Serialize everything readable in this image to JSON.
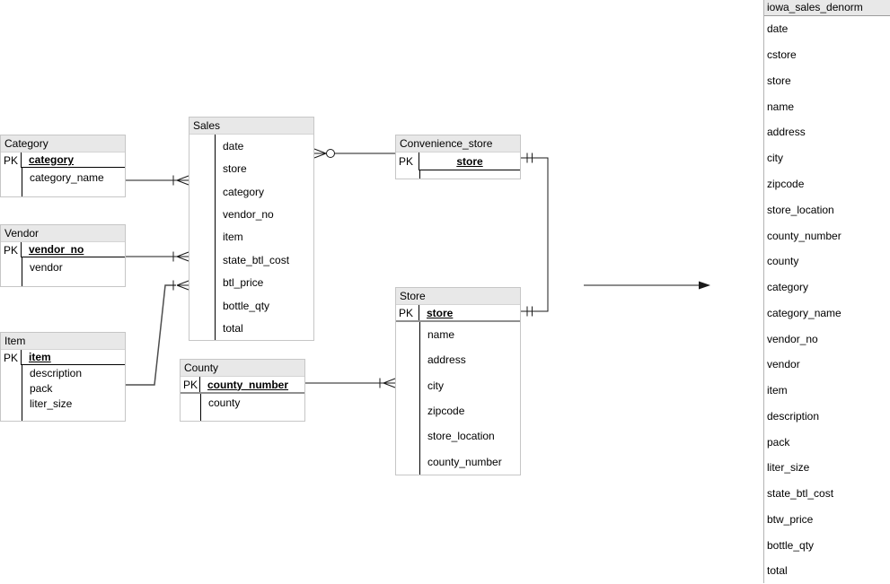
{
  "colors": {
    "header_bg": "#e8e8e8",
    "table_border": "#c6c6c6",
    "line_color": "#1a1a1a",
    "thick_rule": "#8f8f8f"
  },
  "tables": {
    "category": {
      "title": "Category",
      "pk_label": "PK",
      "pk_field": "category",
      "fields": [
        "category_name"
      ]
    },
    "vendor": {
      "title": "Vendor",
      "pk_label": "PK",
      "pk_field": "vendor_no",
      "fields": [
        "vendor"
      ]
    },
    "item": {
      "title": "Item",
      "pk_label": "PK",
      "pk_field": "item",
      "fields": [
        "description",
        "pack",
        "liter_size"
      ]
    },
    "sales": {
      "title": "Sales",
      "fields": [
        "date",
        "store",
        "category",
        "vendor_no",
        "item",
        "state_btl_cost",
        "btl_price",
        "bottle_qty",
        "total"
      ]
    },
    "county": {
      "title": "County",
      "pk_label": "PK",
      "pk_field": "county_number",
      "fields": [
        "county"
      ]
    },
    "convenience_store": {
      "title": "Convenience_store",
      "pk_label": "PK",
      "pk_field": "store",
      "fields": []
    },
    "store": {
      "title": "Store",
      "pk_label": "PK",
      "pk_field": "store",
      "fields": [
        "name",
        "address",
        "city",
        "zipcode",
        "store_location",
        "county_number"
      ]
    }
  },
  "denorm_table": {
    "title": "iowa_sales_denorm",
    "fields": [
      "date",
      "cstore",
      "store",
      "name",
      "address",
      "city",
      "zipcode",
      "store_location",
      "county_number",
      "county",
      "category",
      "category_name",
      "vendor_no",
      "vendor",
      "item",
      "description",
      "pack",
      "liter_size",
      "state_btl_cost",
      "btw_price",
      "bottle_qty",
      "total"
    ]
  },
  "relationships": [
    {
      "from": "Category",
      "to": "Sales",
      "notation": "one-to-many"
    },
    {
      "from": "Vendor",
      "to": "Sales",
      "notation": "one-to-many"
    },
    {
      "from": "Item",
      "to": "Sales",
      "notation": "one-to-many"
    },
    {
      "from": "Sales",
      "to": "Convenience_store",
      "notation": "zero-or-many-to-one"
    },
    {
      "from": "Convenience_store",
      "to": "Store",
      "notation": "one-to-one"
    },
    {
      "from": "County",
      "to": "Store",
      "notation": "one-to-many"
    },
    {
      "from": "schema",
      "to": "iowa_sales_denorm",
      "notation": "transform-arrow"
    }
  ]
}
